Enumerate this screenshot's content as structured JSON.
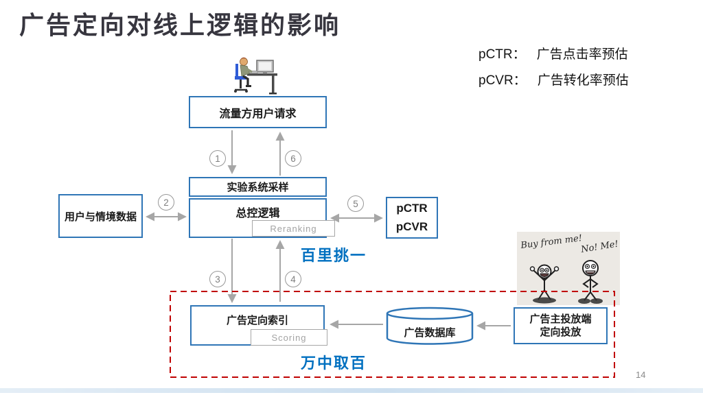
{
  "slide": {
    "title": "广告定向对线上逻辑的影响",
    "page_number": "14"
  },
  "legend": {
    "items": [
      {
        "term": "pCTR：",
        "definition": "广告点击率预估"
      },
      {
        "term": "pCVR：",
        "definition": "广告转化率预估"
      }
    ]
  },
  "flow": {
    "traffic_request": "流量方用户请求",
    "experiment_sampling": "实验系统采样",
    "master_control": "总控逻辑",
    "reranking": "Reranking",
    "user_context_data": "用户与情境数据",
    "pctr": "pCTR",
    "pcvr": "pCVR",
    "ad_targeting_index": "广告定向索引",
    "scoring": "Scoring",
    "ad_database": "广告数据库",
    "advertiser_line1": "广告主投放端",
    "advertiser_line2": "定向投放"
  },
  "steps": {
    "s1": "1",
    "s2": "2",
    "s3": "3",
    "s4": "4",
    "s5": "5",
    "s6": "6"
  },
  "annotations": {
    "pick_one_in_hundred": "百里挑一",
    "pick_hundred_in_ten_thousand": "万中取百"
  },
  "sketch": {
    "caption_left": "Buy from me!",
    "caption_right": "No! Me!"
  },
  "colors": {
    "accent_blue": "#0070C0",
    "box_border_blue": "#2E75B6",
    "dashed_red": "#C00000",
    "arrow_gray": "#A6A6A6"
  }
}
